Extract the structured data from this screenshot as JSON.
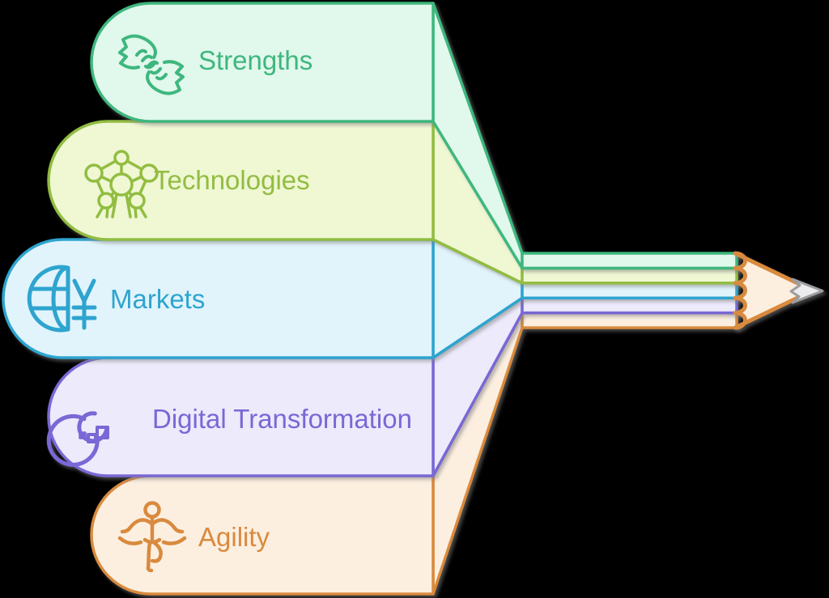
{
  "background": "#000000",
  "diagram_type": "pencil-convergence-infographic",
  "bands": [
    {
      "label": "Strengths",
      "icon": "hands-support-icon",
      "stroke": "#3eb77e",
      "fill": "#e1f8ec"
    },
    {
      "label": "Technologies",
      "icon": "atomium-network-icon",
      "stroke": "#92bd41",
      "fill": "#eff7d3"
    },
    {
      "label": "Markets",
      "icon": "globe-yen-icon",
      "stroke": "#2ea4cf",
      "fill": "#e1f4fb"
    },
    {
      "label": "Digital Transformation",
      "icon": "digital-circle-pixels-icon",
      "stroke": "#7968d5",
      "fill": "#eceafb"
    },
    {
      "label": "Agility",
      "icon": "agile-person-icon",
      "stroke": "#d98a3e",
      "fill": "#fcefe0"
    }
  ],
  "pencil": {
    "wood_fill": "#fcefe0",
    "wood_stroke": "#d98a3e",
    "graphite_fill": "#ececee",
    "graphite_stroke": "#9d9da1"
  }
}
